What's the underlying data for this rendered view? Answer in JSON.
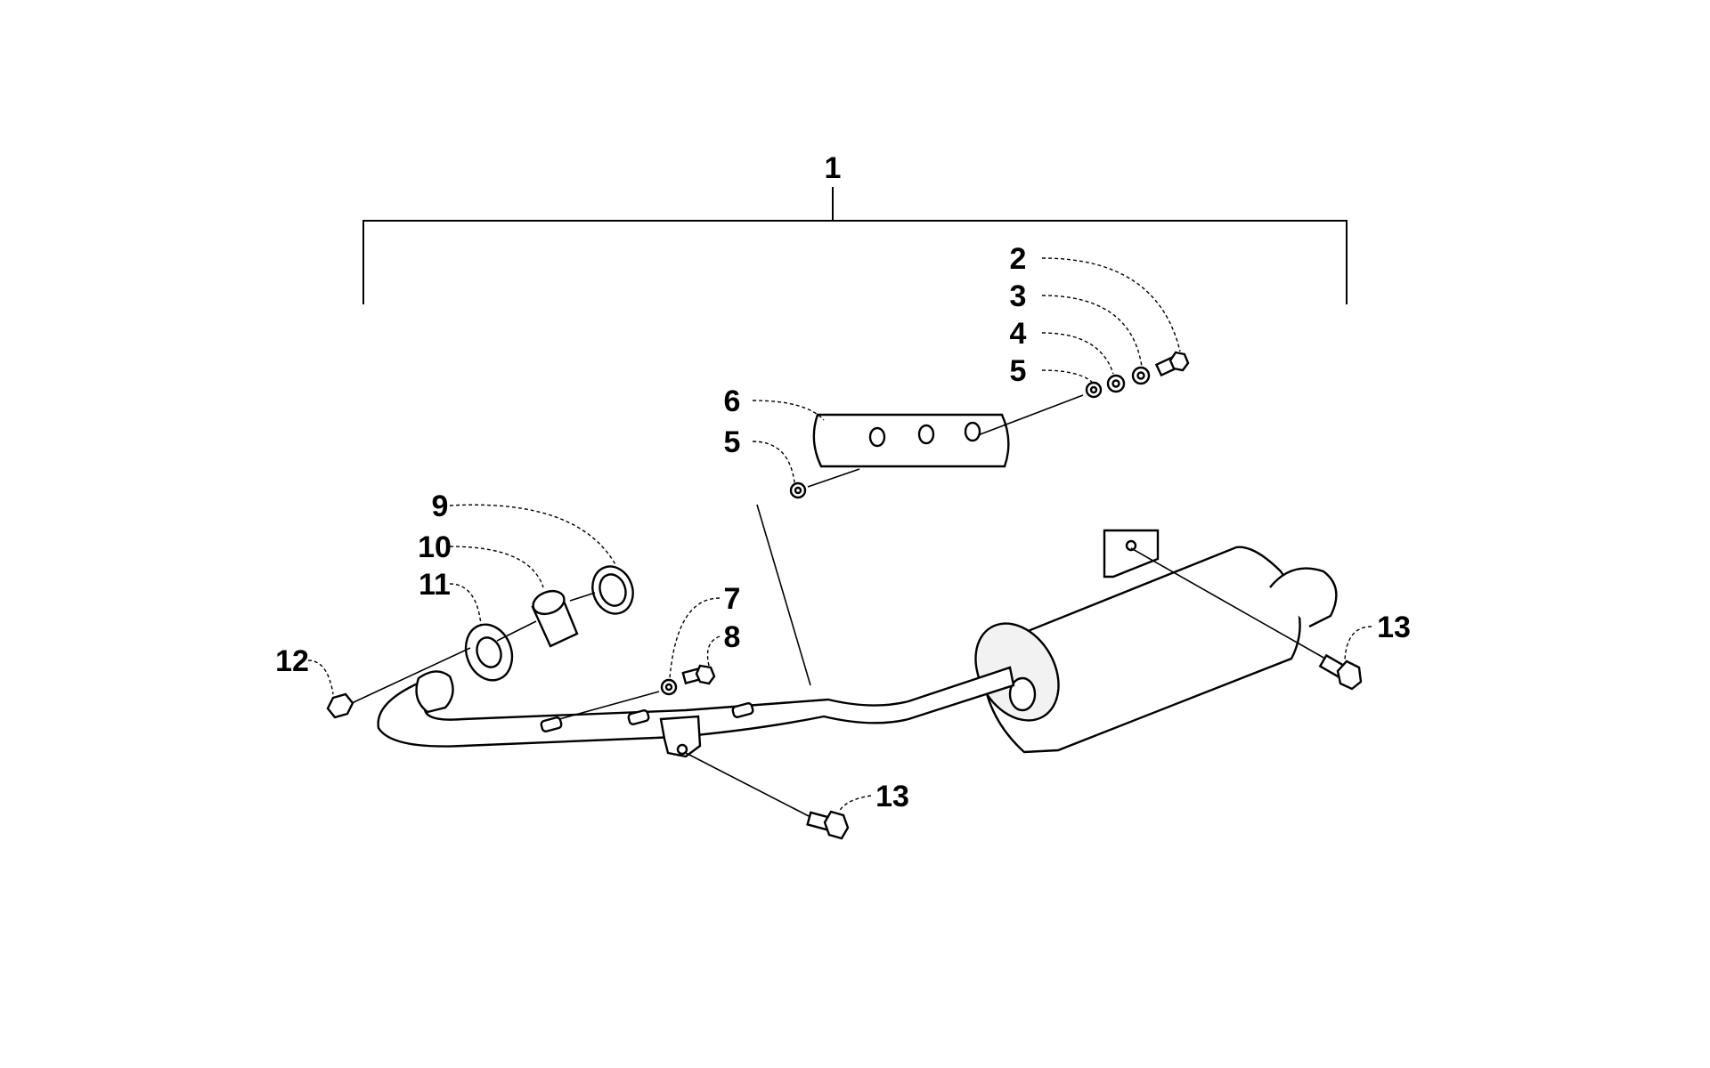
{
  "callouts": [
    "1",
    "2",
    "3",
    "4",
    "5",
    "6",
    "5",
    "9",
    "10",
    "11",
    "7",
    "8",
    "12",
    "13",
    "13"
  ]
}
